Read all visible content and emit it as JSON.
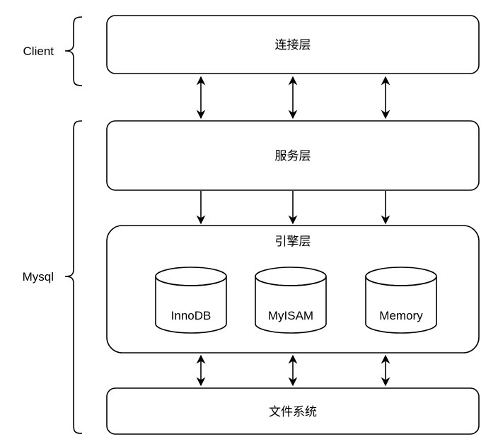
{
  "left_labels": {
    "client": "Client",
    "mysql": "Mysql"
  },
  "layers": {
    "connection": "连接层",
    "service": "服务层",
    "engine": "引擎层",
    "filesystem": "文件系统"
  },
  "engines": [
    "InnoDB",
    "MyISAM",
    "Memory"
  ],
  "colors": {
    "stroke": "#000000",
    "background": "#ffffff"
  }
}
